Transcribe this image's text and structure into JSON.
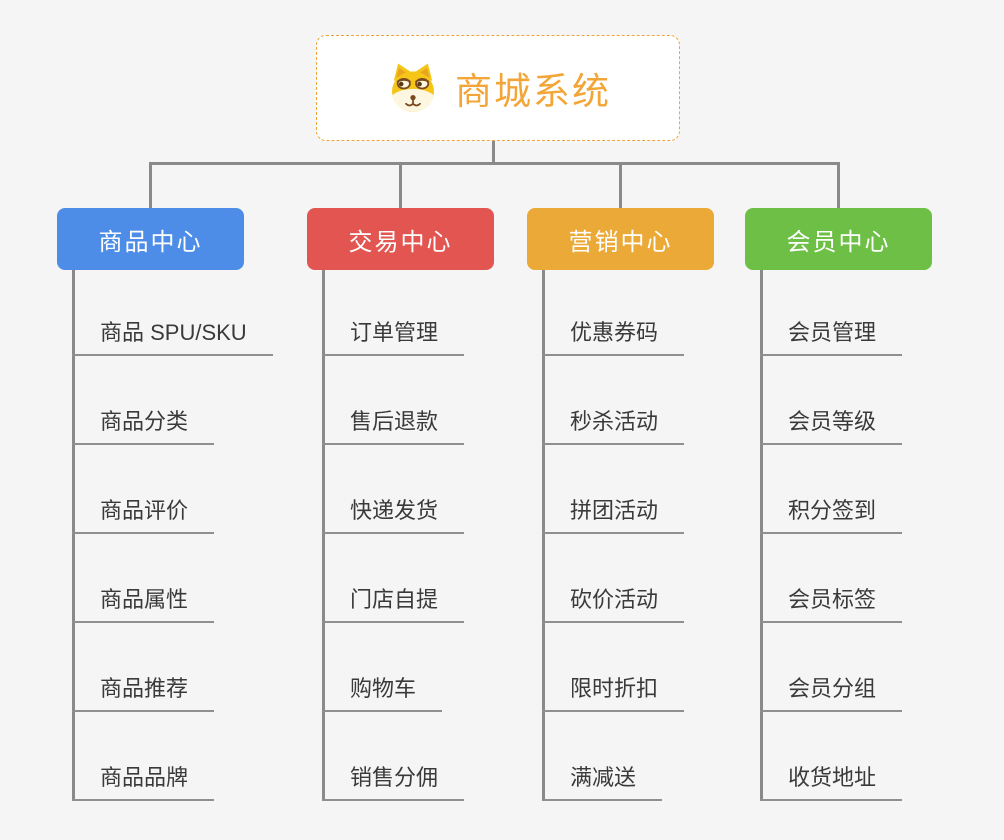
{
  "page": {
    "background_color": "#F5F5F5",
    "connector_color": "#8A8A8A",
    "leaf_underline_color": "#8F8F8F",
    "leaf_text_color": "#3A3A3A"
  },
  "root": {
    "title": "商城系统",
    "icon": "shiba-dog-icon",
    "text_color": "#F2A638",
    "border_color": "#F0A43C",
    "background_color": "#FFFFFF"
  },
  "branches": [
    {
      "label": "商品中心",
      "color": "#4D8DE8",
      "items": [
        "商品 SPU/SKU",
        "商品分类",
        "商品评价",
        "商品属性",
        "商品推荐",
        "商品品牌"
      ]
    },
    {
      "label": "交易中心",
      "color": "#E25551",
      "items": [
        "订单管理",
        "售后退款",
        "快递发货",
        "门店自提",
        "购物车",
        "销售分佣"
      ]
    },
    {
      "label": "营销中心",
      "color": "#EBA937",
      "items": [
        "优惠券码",
        "秒杀活动",
        "拼团活动",
        "砍价活动",
        "限时折扣",
        "满减送"
      ]
    },
    {
      "label": "会员中心",
      "color": "#6DBF45",
      "items": [
        "会员管理",
        "会员等级",
        "积分签到",
        "会员标签",
        "会员分组",
        "收货地址"
      ]
    }
  ]
}
